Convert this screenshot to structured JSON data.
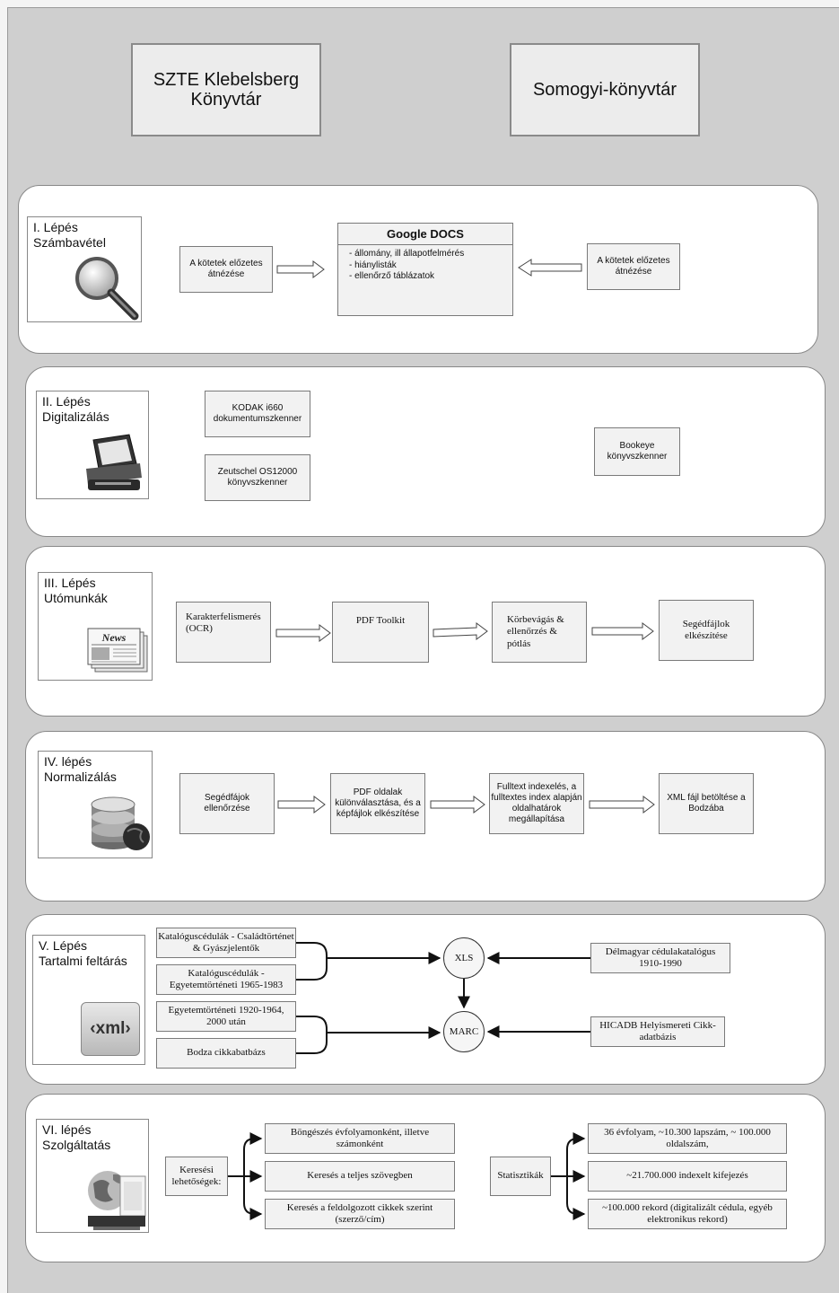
{
  "libraries": {
    "left": "SZTE Klebelsberg Könyvtár",
    "right": "Somogyi-könyvtár"
  },
  "step1": {
    "label": "I. Lépés\nSzámbavétel",
    "left_box": "A kötetek előzetes átnézése",
    "right_box": "A kötetek előzetes átnézése",
    "google": {
      "title": "Google DOCS",
      "items": [
        "- állomány, ill állapotfelmérés",
        "- hiánylisták",
        "- ellenőrző táblázatok"
      ]
    }
  },
  "step2": {
    "label": "II. Lépés\nDigitalizálás",
    "kodak": "KODAK i660 dokumentumszkenner",
    "zeutschel": "Zeutschel OS12000 könyvszkenner",
    "bookeye": "Bookeye könyvszkenner"
  },
  "step3": {
    "label": "III. Lépés\nUtómunkák",
    "boxes": [
      "Karakterfelismerés (OCR)",
      "PDF Toolkit",
      "Körbevágás & ellenőrzés & pótlás",
      "Segédfájlok elkészítése"
    ],
    "icon_text": "News"
  },
  "step4": {
    "label": "IV. lépés\nNormalizálás",
    "boxes": [
      "Segédfájok ellenőrzése",
      "PDF oldalak különválasztása, és a képfájlok elkészítése",
      "Fulltext indexelés, a fulltextes index alapján oldalhatárok megállapítása",
      "XML fájl betöltése a Bodzába"
    ]
  },
  "step5": {
    "label": "V. Lépés\nTartalmi feltárás",
    "sources": [
      "Katalóguscédulák - Családtörténet & Gyászjelentők",
      "Katalóguscédulák - Egyetemtörténeti 1965-1983",
      "Egyetemtörténeti 1920-1964, 2000 után",
      "Bodza cikkabatbázs"
    ],
    "xls": "XLS",
    "marc": "MARC",
    "delmagyar": "Délmagyar cédulakatalógus 1910-1990",
    "hicadb": "HICADB Helyismereti Cikk-adatbázis",
    "icon_text": "‹xml›"
  },
  "step6": {
    "label": "VI. lépés\nSzolgáltatás",
    "search": "Keresési lehetőségek:",
    "search_items": [
      "Böngészés évfolyamonként, illetve számonként",
      "Keresés a teljes szövegben",
      "Keresés a feldolgozott cikkek szerint (szerző/cím)"
    ],
    "stats": "Statisztikák",
    "stats_items": [
      "36 évfolyam, ~10.300 lapszám, ~ 100.000 oldalszám,",
      "~21.700.000 indexelt kifejezés",
      "~100.000 rekord (digitalizált cédula, egyéb elektronikus rekord)"
    ]
  }
}
